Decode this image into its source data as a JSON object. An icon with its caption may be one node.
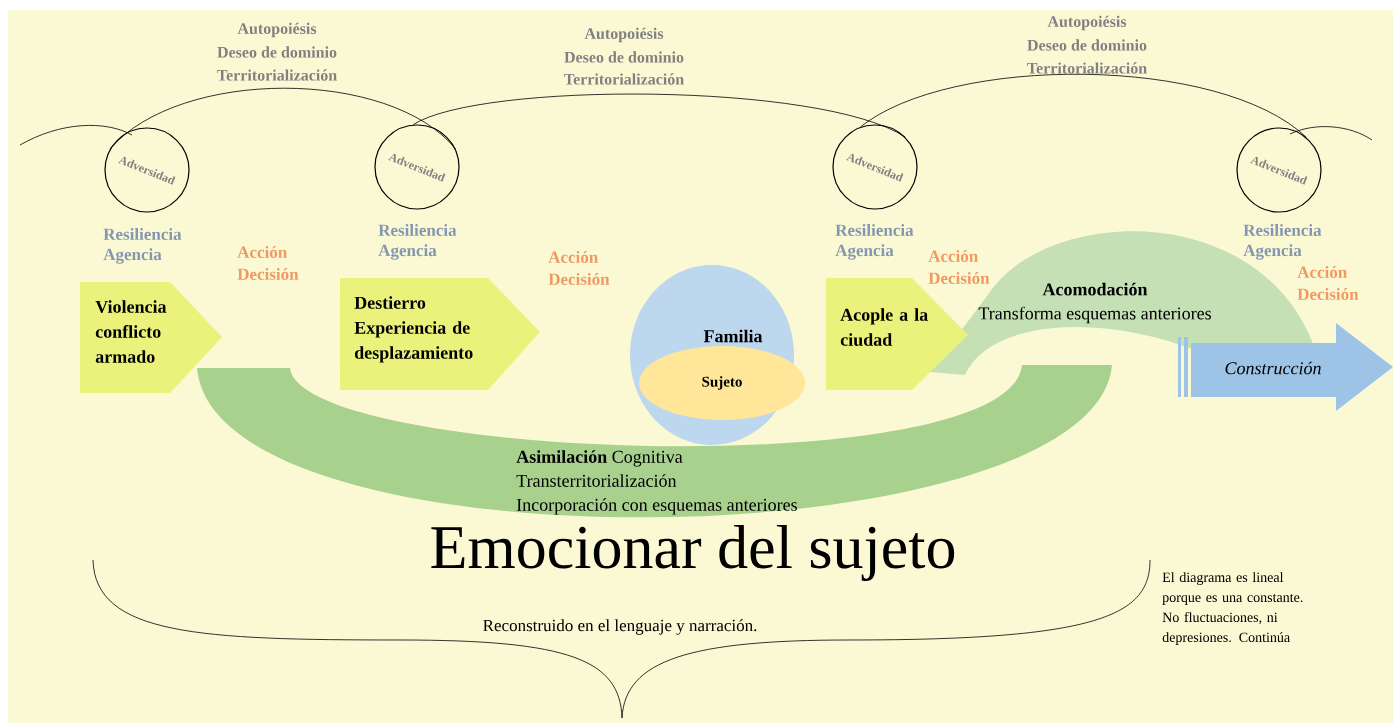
{
  "diagram": {
    "nodes": [
      {
        "text": [
          "Adversidad"
        ]
      },
      {
        "text": [
          "Adversidad"
        ]
      },
      {
        "text": [
          "Adversidad"
        ]
      },
      {
        "text": [
          "Adversidad"
        ]
      },
      {
        "text": [
          "Violencia conflicto armado"
        ]
      },
      {
        "text": [
          "Destierro Experiencia de desplazamiento"
        ]
      },
      {
        "text": [
          "Familia"
        ]
      },
      {
        "text": [
          "Sujeto"
        ],
        "in": 6
      },
      {
        "text": [
          "Acople a la ciudad"
        ]
      },
      {
        "text": [
          "Construcción"
        ]
      },
      {
        "text": [
          "**Asimilación** Cognitiva",
          "Transterritorialización",
          "Incorporación con esquemas anteriores"
        ]
      },
      {
        "text": [
          "Acomodación",
          "Transforma esquemas anteriores"
        ]
      }
    ],
    "edges": [
      {
        "from": 0,
        "to": 1,
        "arrow": "none"
      },
      {
        "from": 1,
        "to": 2,
        "arrow": "none"
      },
      {
        "from": 2,
        "to": 3,
        "arrow": "none"
      }
    ],
    "labels": [
      "Autopoiésis",
      "Deseo de dominio",
      "Territorialización",
      "Autopoiésis",
      "Deseo de dominio",
      "Territorialización",
      "Autopoiésis",
      "Deseo de dominio",
      "Territorialización",
      "Resiliencia",
      "Agencia",
      "Acción",
      "Decisión",
      "Resiliencia",
      "Agencia",
      "Acción",
      "Decisión",
      "Resiliencia",
      "Agencia",
      "Acción",
      "Decisión",
      "Resiliencia",
      "Agencia",
      "Acción",
      "Decisión",
      "Emocionar del sujeto",
      "Reconstruido en el lenguaje y narración.",
      "El diagrama es lineal porque es una constante. No fluctuaciones, ni depresiones. Continúa"
    ]
  }
}
